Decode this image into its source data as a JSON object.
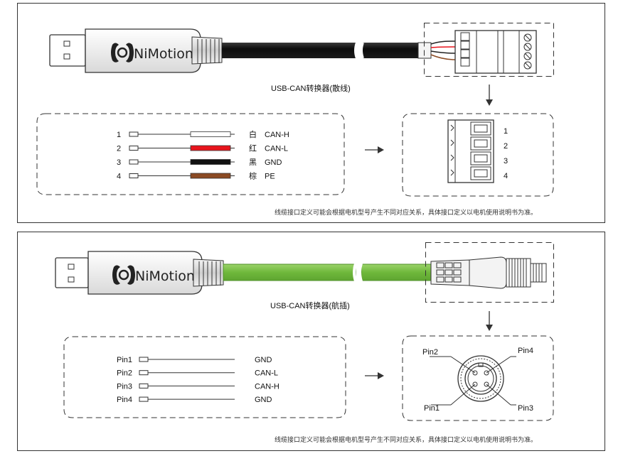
{
  "brand": {
    "logo_text": "NiMotion"
  },
  "panel_top": {
    "caption": "USB-CAN转换器(散线)",
    "note": "线缆接口定义可能会根据电机型号产生不同对应关系，具体接口定义以电机使用说明书为准。",
    "wires": [
      {
        "pin": "1",
        "color_name": "白",
        "signal": "CAN-H",
        "color": "#ffffff"
      },
      {
        "pin": "2",
        "color_name": "红",
        "signal": "CAN-L",
        "color": "#e8141c"
      },
      {
        "pin": "3",
        "color_name": "黑",
        "signal": "GND",
        "color": "#111111"
      },
      {
        "pin": "4",
        "color_name": "棕",
        "signal": "PE",
        "color": "#8b4a23"
      }
    ],
    "terminal_pins": [
      "1",
      "2",
      "3",
      "4"
    ]
  },
  "panel_bottom": {
    "caption": "USB-CAN转换器(航插)",
    "note": "线缆接口定义可能会根据电机型号产生不同对应关系，具体接口定义以电机使用说明书为准。",
    "cable_color": "#76c043",
    "wires": [
      {
        "pin": "Pin1",
        "signal": "GND"
      },
      {
        "pin": "Pin2",
        "signal": "CAN-L"
      },
      {
        "pin": "Pin3",
        "signal": "CAN-H"
      },
      {
        "pin": "Pin4",
        "signal": "GND"
      }
    ],
    "connector_pins": {
      "top_left": "Pin2",
      "top_right": "Pin4",
      "bottom_left": "Pin1",
      "bottom_right": "Pin3"
    }
  },
  "icons": [
    "usb-plug-icon",
    "nimotion-logo-icon",
    "terminal-block-icon",
    "aviation-connector-icon",
    "arrow-right-icon",
    "arrow-down-icon"
  ]
}
